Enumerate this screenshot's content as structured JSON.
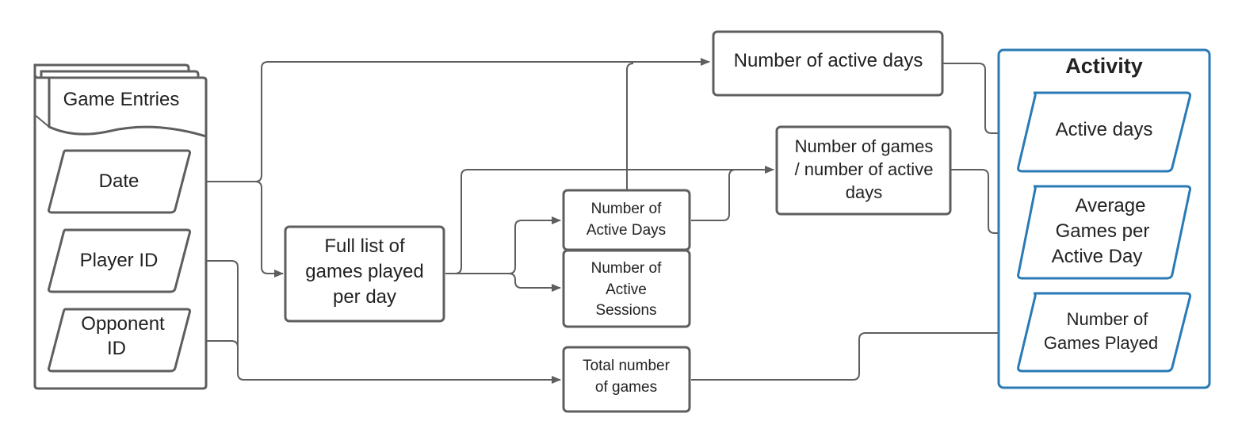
{
  "nodes": {
    "game_entries": "Game Entries",
    "date": "Date",
    "player_id": "Player ID",
    "opponent_id": [
      "Opponent",
      "ID"
    ],
    "full_list": [
      "Full list of",
      "games played",
      "per day"
    ],
    "active_days_count": [
      "Number of",
      "Active Days"
    ],
    "active_sessions_count": [
      "Number of",
      "Active",
      "Sessions"
    ],
    "total_games": [
      "Total number",
      "of games"
    ],
    "number_active_days": "Number of active days",
    "games_per_active_days": [
      "Number of games",
      "/ number of active",
      "days"
    ],
    "activity_title": "Activity",
    "out_active_days": "Active days",
    "out_avg_games": [
      "Average",
      "Games per",
      "Active Day"
    ],
    "out_games_played": [
      "Number of",
      "Games Played"
    ]
  },
  "colors": {
    "stroke": "#5e5e5e",
    "accent": "#2a7ab5",
    "text": "#222222"
  }
}
